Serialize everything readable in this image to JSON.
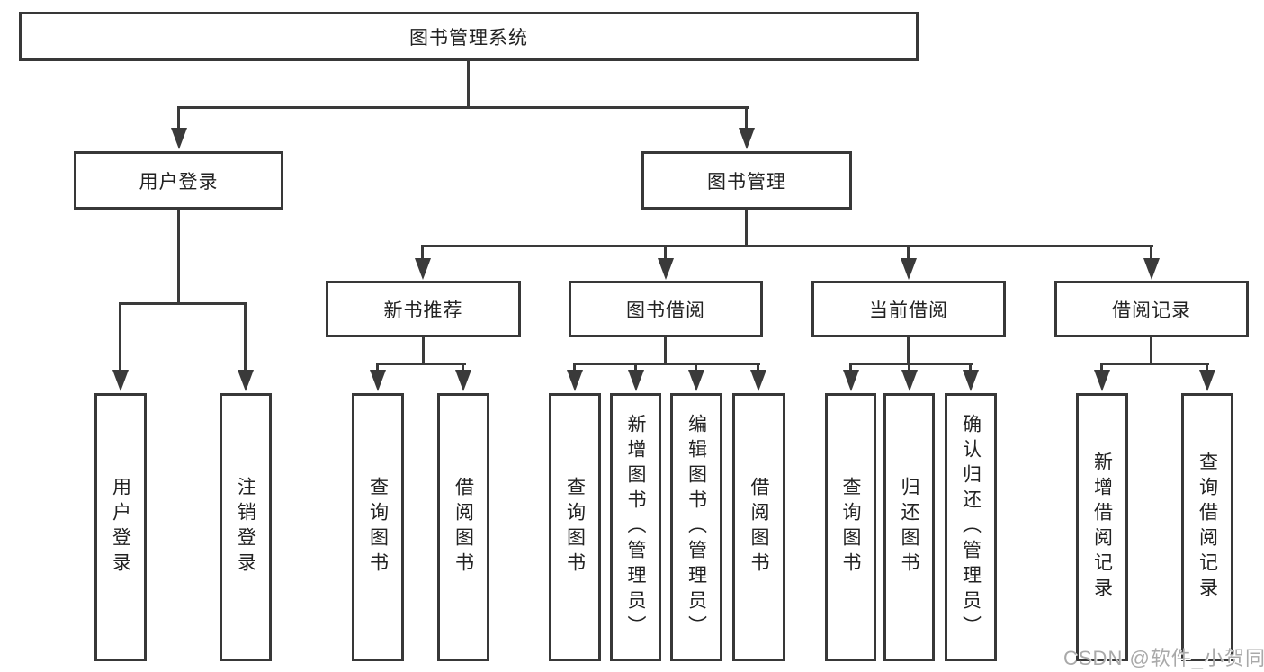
{
  "tree": {
    "root": {
      "label": "图书管理系统"
    },
    "branches": [
      {
        "label": "用户登录",
        "leaves": [
          {
            "label": "用户登录"
          },
          {
            "label": "注销登录"
          }
        ]
      },
      {
        "label": "图书管理",
        "groups": [
          {
            "label": "新书推荐",
            "leaves": [
              {
                "label": "查询图书"
              },
              {
                "label": "借阅图书"
              }
            ]
          },
          {
            "label": "图书借阅",
            "leaves": [
              {
                "label": "查询图书"
              },
              {
                "label": "新增图书（管理员）"
              },
              {
                "label": "编辑图书（管理员）"
              },
              {
                "label": "借阅图书"
              }
            ]
          },
          {
            "label": "当前借阅",
            "leaves": [
              {
                "label": "查询图书"
              },
              {
                "label": "归还图书"
              },
              {
                "label": "确认归还（管理员）"
              }
            ]
          },
          {
            "label": "借阅记录",
            "leaves": [
              {
                "label": "新增借阅记录"
              },
              {
                "label": "查询借阅记录"
              }
            ]
          }
        ]
      }
    ]
  },
  "watermark": "CSDN @软件_小贺同学",
  "colors": {
    "line": "#3a3a3a",
    "border": "#383838",
    "text": "#222222",
    "watermark": "#a9a9a9",
    "background": "#ffffff"
  }
}
